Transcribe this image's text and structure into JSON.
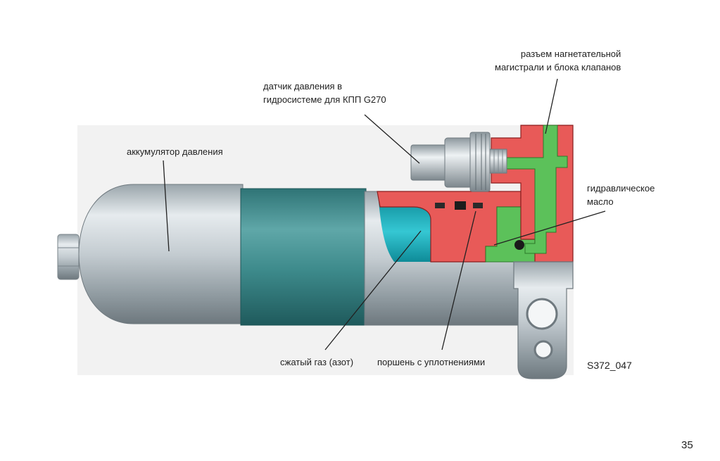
{
  "labels": {
    "valve_block_connector": [
      "разъем нагнетательной",
      "магистрали и блока клапанов"
    ],
    "pressure_sensor": [
      "датчик давления в",
      "гидросистеме для КПП G270"
    ],
    "accumulator": [
      "аккумулятор давления"
    ],
    "hydraulic_oil": [
      "гидравлическое",
      "масло"
    ],
    "compressed_gas": [
      "сжатый газ (азот)"
    ],
    "piston": [
      "поршень с уплотнениями"
    ]
  },
  "figure_code": "S372_047",
  "page_number": "35",
  "colors": {
    "background": "#ffffff",
    "panel": "#f2f2f2",
    "metal": "#c9d0d4",
    "sleeve": "#3f8f91",
    "gas": "#1fb6c3",
    "housing_section": "#e85a58",
    "oil": "#5cc15a",
    "leader_line": "#222222"
  }
}
